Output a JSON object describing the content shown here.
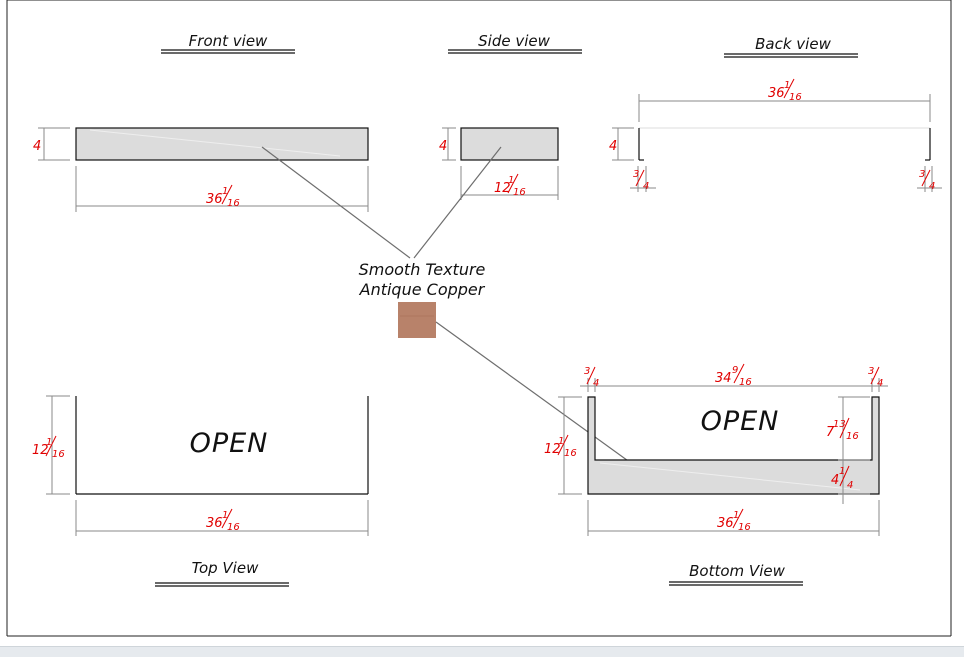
{
  "views": {
    "front": {
      "title": "Front view",
      "height": "4",
      "width_whole": "36",
      "width_num": "1",
      "width_den": "16"
    },
    "side": {
      "title": "Side view",
      "height": "4",
      "depth_whole": "12",
      "depth_num": "1",
      "depth_den": "16"
    },
    "back": {
      "title": "Back view",
      "height": "4",
      "width_whole": "36",
      "width_num": "1",
      "width_den": "16",
      "left_num": "3",
      "left_den": "4",
      "right_num": "3",
      "right_den": "4"
    },
    "top": {
      "title": "Top View",
      "open_label": "OPEN",
      "depth_whole": "12",
      "depth_num": "1",
      "depth_den": "16",
      "width_whole": "36",
      "width_num": "1",
      "width_den": "16"
    },
    "bottom": {
      "title": "Bottom View",
      "open_label": "OPEN",
      "left_num": "3",
      "left_den": "4",
      "inner_whole": "34",
      "inner_num": "9",
      "inner_den": "16",
      "right_num": "3",
      "right_den": "4",
      "depth_whole": "12",
      "depth_num": "1",
      "depth_den": "16",
      "open_whole": "7",
      "open_num": "13",
      "open_den": "16",
      "lip_whole": "4",
      "lip_num": "1",
      "lip_den": "4",
      "width_whole": "36",
      "width_num": "1",
      "width_den": "16"
    }
  },
  "material": {
    "line1": "Smooth Texture",
    "line2": "Antique Copper",
    "swatch_color": "#b8826a"
  },
  "colors": {
    "dimension": "#e00000",
    "face_fill": "#dcdcdc",
    "outline": "#111111"
  }
}
